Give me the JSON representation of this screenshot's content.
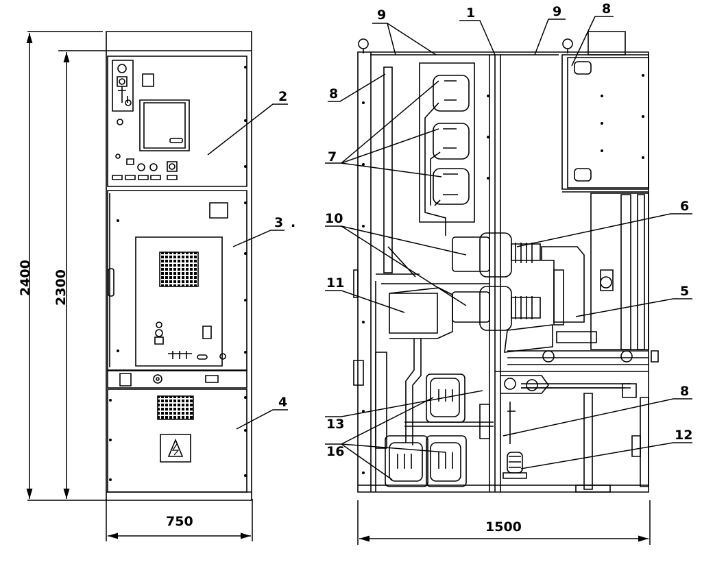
{
  "dimensions": {
    "height_total": "2400",
    "height_body": "2300",
    "width_front": "750",
    "width_side": "1500"
  },
  "callouts": {
    "c1": "1",
    "c2": "2",
    "c3": "3",
    "c4": "4",
    "c5": "5",
    "c6": "6",
    "c7": "7",
    "c8a": "8",
    "c8b": "8",
    "c8c": "8",
    "c9a": "9",
    "c9b": "9",
    "c10": "10",
    "c11": "11",
    "c12": "12",
    "c13": "13",
    "c16": "16"
  },
  "marks": {
    "dot": "."
  }
}
